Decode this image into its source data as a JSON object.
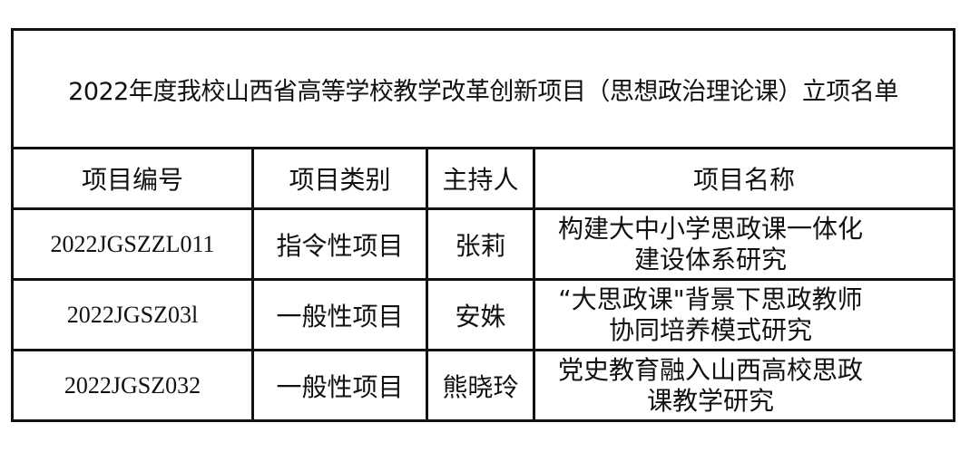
{
  "title": "2022年度我校山西省高等学校教学改革创新项目（思想政治理论课）立项名单",
  "headers": [
    "项目编号",
    "项目类别",
    "主持人",
    "项目名称"
  ],
  "rows": [
    {
      "code": "2022JGSZZL011",
      "category": "指令性项目",
      "leader": "张莉",
      "name": [
        "构建大中小学思政课一体化",
        "建设体系研究"
      ]
    },
    {
      "code": "2022JGSZ03l",
      "category": "一般性项目",
      "leader": "安姝",
      "name": [
        "“大思政课\"背景下思政教师",
        "协同培养模式研究"
      ]
    },
    {
      "code": "2022JGSZ032",
      "category": "一般性项目",
      "leader": "熊晓玲",
      "name": [
        "党史教育融入山西高校思政",
        "课教学研究"
      ]
    }
  ]
}
